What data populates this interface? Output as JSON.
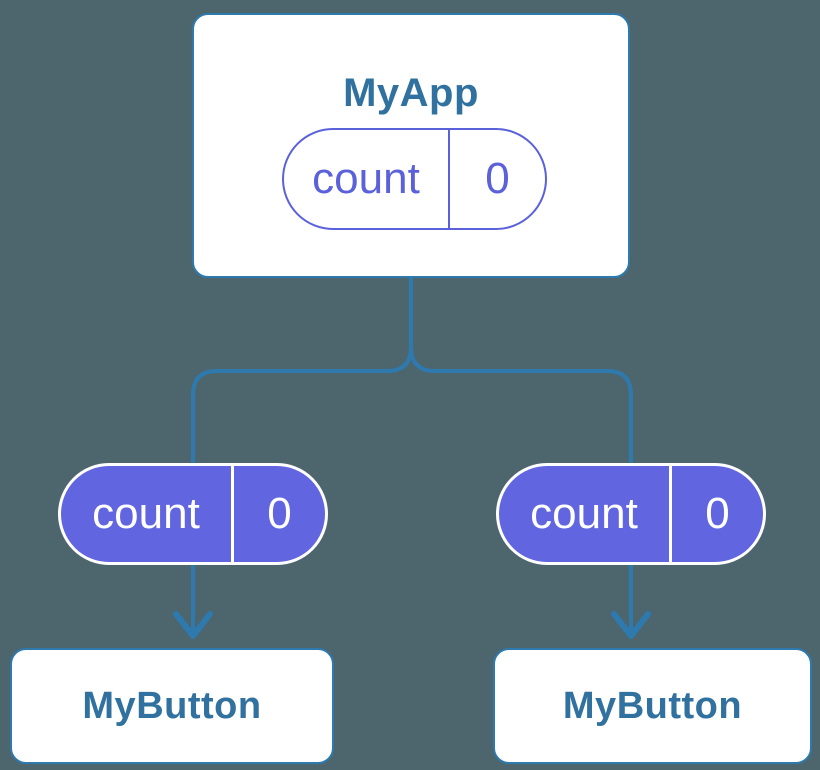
{
  "diagram": {
    "root": {
      "title": "MyApp",
      "state": {
        "label": "count",
        "value": "0"
      }
    },
    "children": [
      {
        "title": "MyButton",
        "state": {
          "label": "count",
          "value": "0"
        }
      },
      {
        "title": "MyButton",
        "state": {
          "label": "count",
          "value": "0"
        }
      }
    ]
  },
  "colors": {
    "bg": "#4d666e",
    "line": "#2e79ae",
    "text": "#30719f",
    "purple": "#6166e0",
    "purpleBorder": "#5a61da",
    "white": "#ffffff"
  }
}
